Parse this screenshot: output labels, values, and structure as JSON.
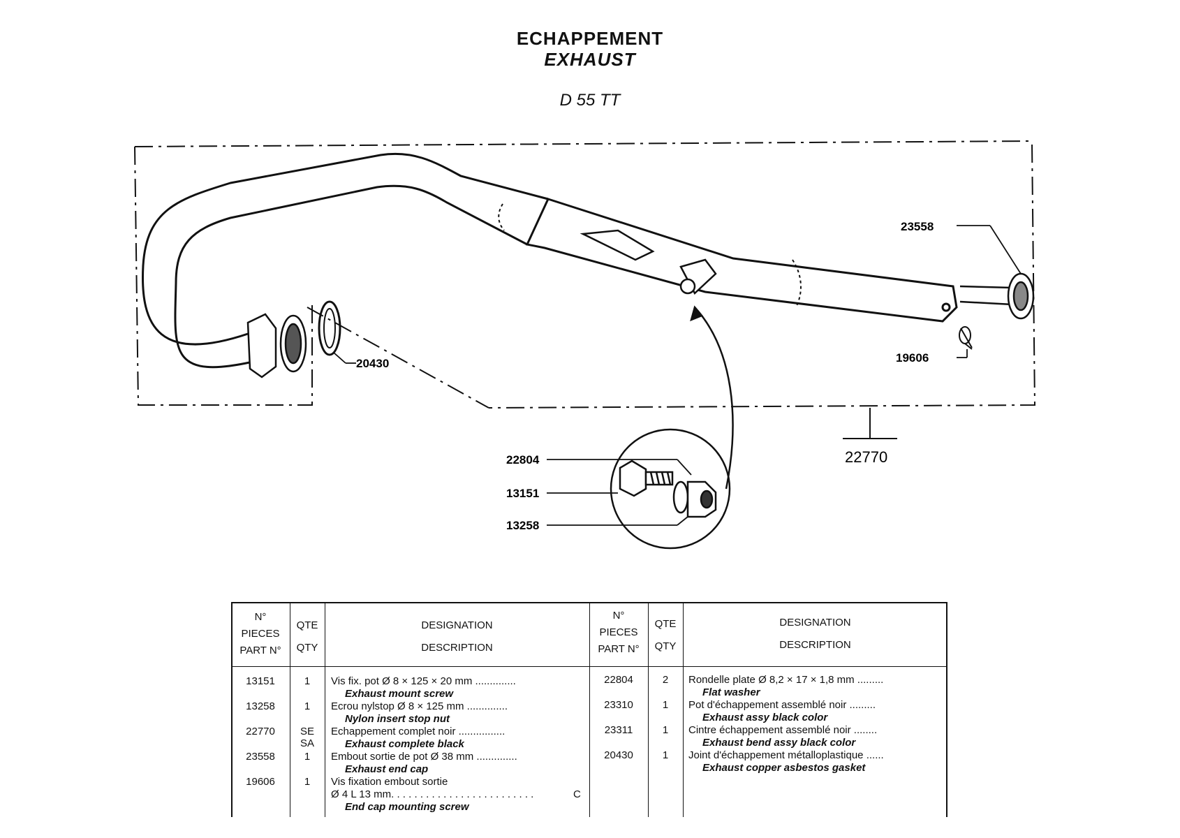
{
  "header": {
    "title_fr": "ECHAPPEMENT",
    "title_en": "EXHAUST",
    "model": "D 55 TT"
  },
  "callouts": {
    "c23558": "23558",
    "c19606": "19606",
    "c20430": "20430",
    "c22770": "22770",
    "c22804": "22804",
    "c13151": "13151",
    "c13258": "13258"
  },
  "table": {
    "headers": {
      "part_no": [
        "N°",
        "PIECES",
        "PART N°"
      ],
      "qty": [
        "QTE",
        "QTY"
      ],
      "designation": "DESIGNATION",
      "description": "DESCRIPTION"
    },
    "left": [
      {
        "part": "13151",
        "qty": "1",
        "fr": "Vis fix. pot Ø 8 × 125 × 20 mm ..............",
        "en": "Exhaust mount screw"
      },
      {
        "part": "13258",
        "qty": "1",
        "fr": "Ecrou nylstop Ø 8 × 125 mm ..............",
        "en": "Nylon insert stop nut"
      },
      {
        "part": "22770",
        "qty": "SE\nSA",
        "fr": "Echappement complet noir ................",
        "en": "Exhaust complete black"
      },
      {
        "part": "23558",
        "qty": "1",
        "fr": "Embout sortie de pot Ø 38 mm ..............",
        "en": "Exhaust end cap"
      },
      {
        "part": "19606",
        "qty": "1",
        "fr": "Vis fixation embout sortie",
        "fr2": "Ø 4 L 13 mm. . . . . . . . . . . . . . . . . . . . . . . . .",
        "code": "C",
        "en": "End cap mounting screw"
      }
    ],
    "right": [
      {
        "part": "22804",
        "qty": "2",
        "fr": "Rondelle plate Ø 8,2 × 17 × 1,8 mm .........",
        "en": "Flat washer"
      },
      {
        "part": "23310",
        "qty": "1",
        "fr": "Pot d'échappement assemblé noir .........",
        "en": "Exhaust assy black color"
      },
      {
        "part": "23311",
        "qty": "1",
        "fr": "Cintre échappement assemblé noir ........",
        "en": "Exhaust bend assy black color"
      },
      {
        "part": "20430",
        "qty": "1",
        "fr": "Joint d'échappement métalloplastique ......",
        "en": "Exhaust copper asbestos gasket"
      }
    ]
  }
}
